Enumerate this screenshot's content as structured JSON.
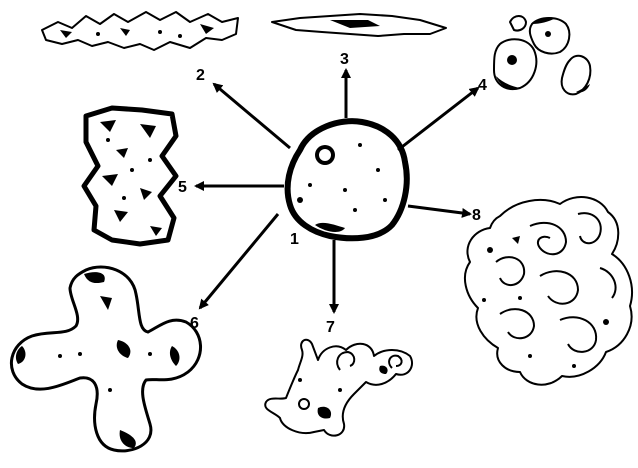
{
  "labels": {
    "center": "1",
    "top_left": "2",
    "top": "3",
    "top_right": "4",
    "left": "5",
    "bottom_left": "6",
    "bottom": "7",
    "right": "8"
  }
}
